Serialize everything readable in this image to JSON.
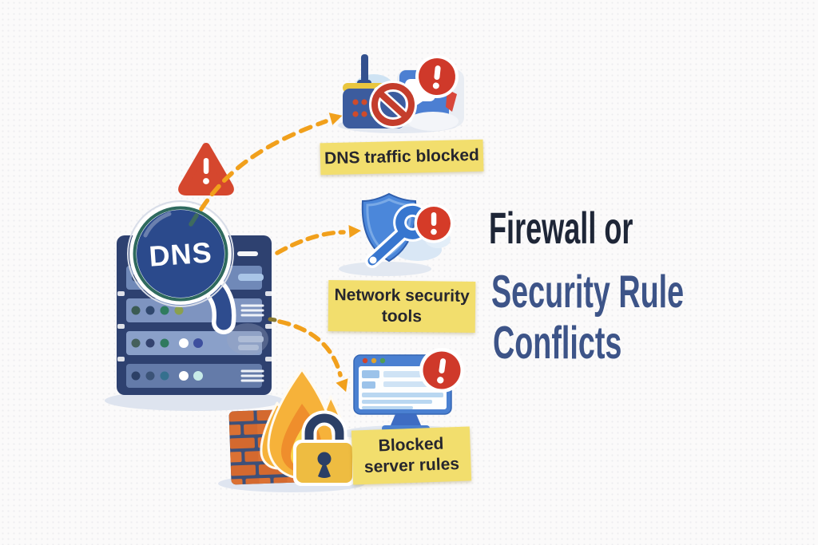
{
  "title": {
    "line1": "Firewall or",
    "line2": "Security Rule",
    "line3": "Conflicts"
  },
  "magnifier": {
    "label": "DNS"
  },
  "callouts": {
    "dns_blocked": {
      "text": "DNS traffic blocked"
    },
    "network_tools": {
      "line1": "Network security",
      "line2": "tools"
    },
    "server_rules": {
      "line1": "Blocked",
      "line2": "server rules"
    }
  },
  "icons": {
    "server_rack": "server-rack-icon",
    "dns_magnifier": "dns-magnifier-icon",
    "warning_triangle": "warning-triangle-icon",
    "router_blocked": "router-blocked-icon",
    "no_entry": "no-entry-icon",
    "alert_badge": "alert-exclamation-icon",
    "shield_wrench": "shield-wrench-icon",
    "monitor_alert": "monitor-alert-icon",
    "brick_wall": "brick-wall-icon",
    "flame": "flame-icon",
    "padlock": "padlock-icon",
    "dashed_arrow": "dashed-arrow-icon"
  },
  "colors": {
    "background": "#fbfafa",
    "arrow_orange": "#f1a01c",
    "alert_red": "#cf392a",
    "note_yellow": "#f2de6d",
    "title_dark": "#1e2637",
    "title_blue": "#3d5488",
    "server_navy": "#2e4170",
    "icon_blue": "#4a80d1",
    "brick_orange": "#d4692f",
    "lock_gold": "#eebc41"
  }
}
